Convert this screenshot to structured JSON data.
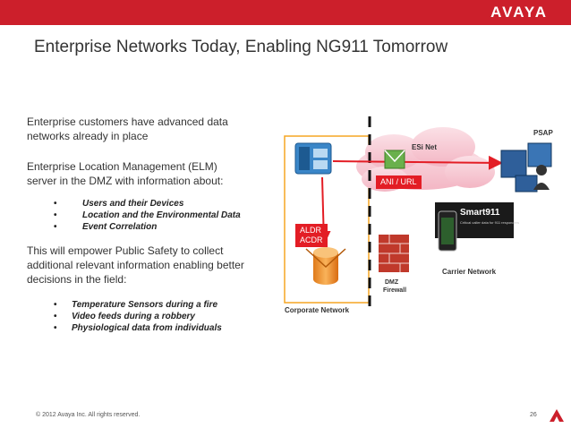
{
  "header": {
    "logo": "AVAYA",
    "title": "Enterprise Networks Today, Enabling NG911 Tomorrow"
  },
  "body": {
    "p1_line1": "Enterprise customers have advanced data",
    "p1_line2": "networks already in place",
    "p2_line1": "Enterprise Location Management  (ELM)",
    "p2_line2": "server in the DMZ with information about:",
    "list1": [
      "Users and their Devices",
      "Location and the Environmental Data",
      "Event Correlation"
    ],
    "p3_line1": "This will empower Public Safety to collect",
    "p3_line2": "additional relevant information enabling better",
    "p3_line3": "decisions in the field:",
    "list2": [
      "Temperature Sensors during a fire",
      "Video feeds during a robbery",
      "Physiological data from individuals"
    ]
  },
  "diagram": {
    "psap": "PSAP",
    "esinet": "ESi Net",
    "ani_url": "ANI / URL",
    "aldr": "ALDR",
    "acdr": "ACDR",
    "smart911": "Smart911",
    "smart911_tag": "Critical caller data for 911 responders",
    "carrier_network": "Carrier Network",
    "dmz": "DMZ",
    "firewall": "Firewall",
    "corporate_network": "Corporate Network",
    "colors": {
      "accent": "#e31d25",
      "corporate_border": "#f5a623",
      "cloud": "#f8c5d0",
      "ali_box": "#1a1a1a"
    }
  },
  "footer": {
    "copyright": "© 2012 Avaya Inc. All rights reserved.",
    "page": "26"
  }
}
